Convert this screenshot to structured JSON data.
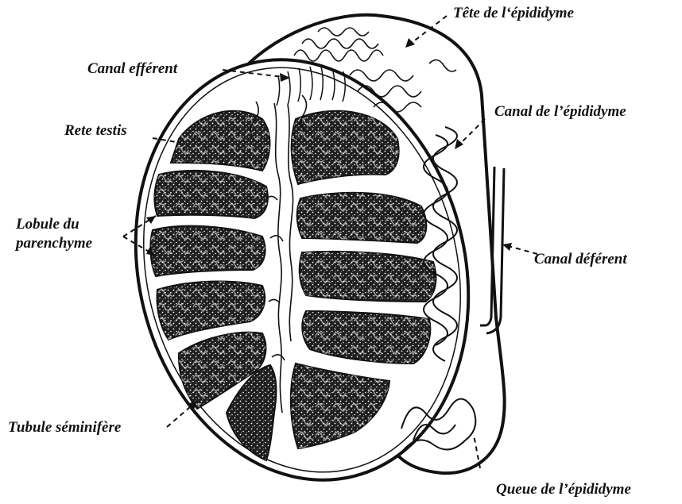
{
  "labels": {
    "tete_epididyme": "Tête de l‘épididyme",
    "canal_efferent": "Canal efférent",
    "canal_epididyme": "Canal de l’épididyme",
    "rete_testis": "Rete testis",
    "lobule_line1": "Lobule du",
    "lobule_line2": "parenchyme",
    "canal_deferent": "Canal déférent",
    "tubule_seminifere": "Tubule séminifère",
    "queue_epididyme": "Queue de l’épididyme"
  },
  "colors": {
    "ink": "#111111",
    "lobule_fill": "#2a2a2a",
    "background": "#ffffff"
  }
}
